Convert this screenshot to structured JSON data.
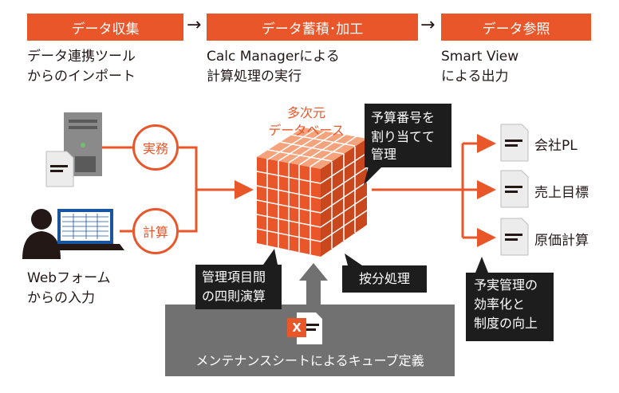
{
  "phases": [
    {
      "label": "データ収集",
      "desc1": "データ連携ツール",
      "desc2": "からのインポート"
    },
    {
      "label": "データ蓄積･加工",
      "desc1": "Calc Managerによる",
      "desc2": "計算処理の実行"
    },
    {
      "label": "データ参照",
      "desc1": "Smart View",
      "desc2": "による出力"
    }
  ],
  "flow_arrow": "→",
  "inputs": {
    "circle_top": "実務",
    "circle_bottom": "計算",
    "webform_line1": "Webフォーム",
    "webform_line2": "からの入力"
  },
  "cube": {
    "line1": "多次元",
    "line2": "データベース"
  },
  "callouts": {
    "budget_line1": "予算番号を",
    "budget_line2": "割り当てて",
    "budget_line3": "管理",
    "arith_line1": "管理項目間",
    "arith_line2": "の四則演算",
    "alloc": "按分処理",
    "effect_line1": "予実管理の",
    "effect_line2": "効率化と",
    "effect_line3": "制度の向上"
  },
  "outputs": [
    "会社PL",
    "売上目標",
    "原価計算"
  ],
  "maintenance": {
    "label": "メンテナンスシートによるキューブ定義",
    "excel_letter": "X"
  },
  "colors": {
    "accent": "#e8562a",
    "dark": "#1d1d1d",
    "gray": "#717171"
  }
}
